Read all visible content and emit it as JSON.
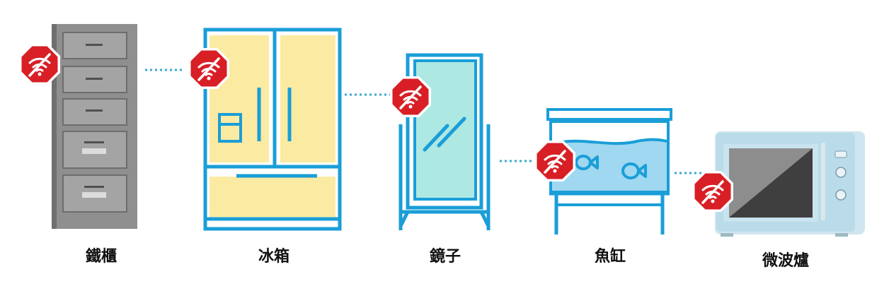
{
  "items": [
    {
      "id": "cabinet",
      "label": "鐵櫃"
    },
    {
      "id": "fridge",
      "label": "冰箱"
    },
    {
      "id": "mirror",
      "label": "鏡子"
    },
    {
      "id": "aquarium",
      "label": "魚缸"
    },
    {
      "id": "microwave",
      "label": "微波爐"
    }
  ],
  "icons": {
    "signal_block": "no-wifi-stop-sign-icon"
  },
  "colors": {
    "outline_blue": "#1a9ed8",
    "fridge_fill": "#fbeaa2",
    "mirror_fill": "#aee8e3",
    "water_fill": "#9fd8f0",
    "cabinet_gray": "#8f8f8f",
    "stop_red": "#d81f26",
    "dotted_line": "#3aa7d6"
  }
}
